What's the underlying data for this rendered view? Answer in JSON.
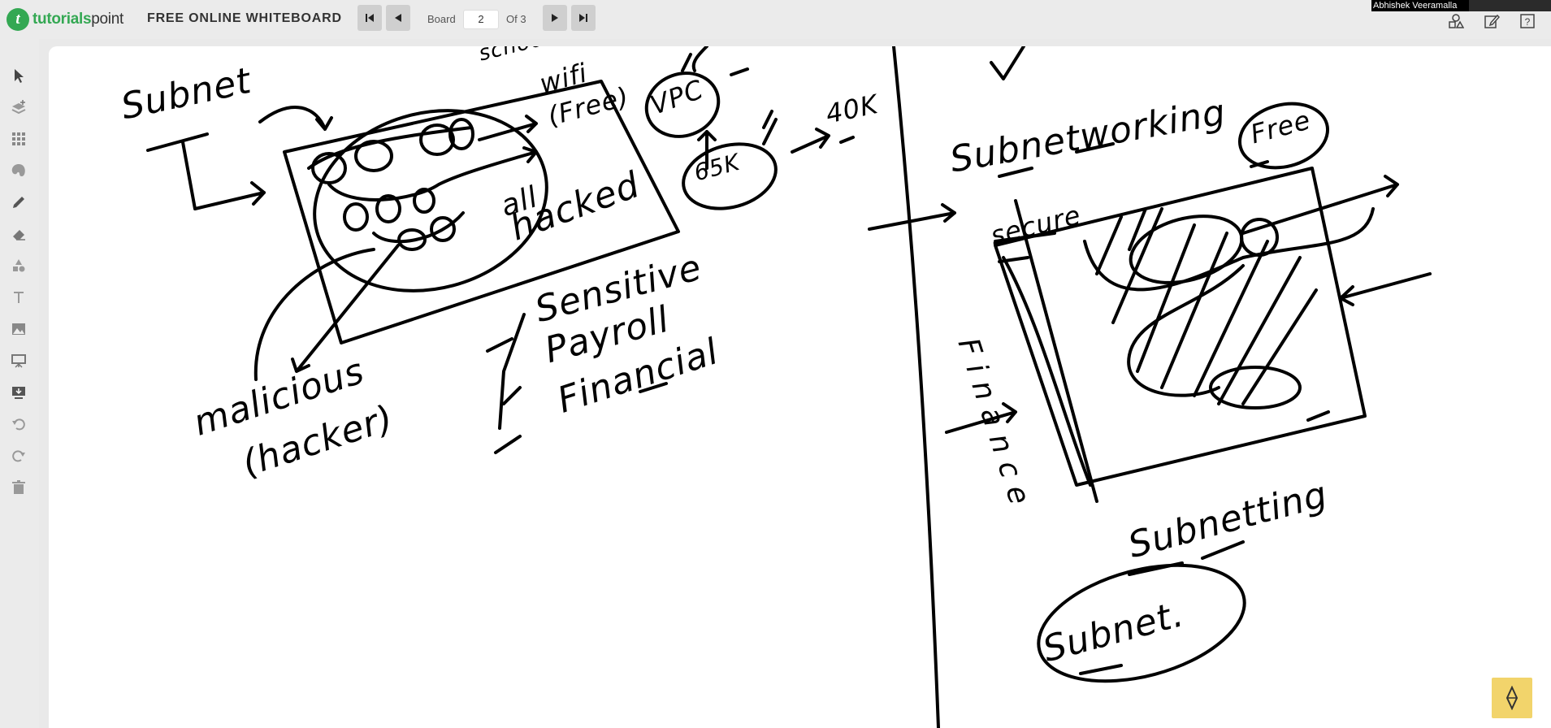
{
  "header": {
    "logo_prefix": "t",
    "logo_brand": "tutorials",
    "logo_suffix": "point",
    "title": "FREE ONLINE WHITEBOARD",
    "board_label": "Board",
    "board_value": "2",
    "board_of": "Of 3",
    "user_name": "Abhishek Veeramalla"
  },
  "nav_icons": [
    "first-page-icon",
    "prev-page-icon",
    "next-page-icon",
    "last-page-icon"
  ],
  "header_icons": [
    "shapes-icon",
    "edit-icon",
    "help-icon"
  ],
  "sidebar_tools": [
    "pointer-icon",
    "layers-add-icon",
    "grid-icon",
    "palette-icon",
    "pencil-icon",
    "eraser-icon",
    "shapes-icon",
    "text-icon",
    "image-icon",
    "presentation-icon",
    "download-icon",
    "undo-icon",
    "redo-icon",
    "trash-icon"
  ],
  "canvas": {
    "handwriting": {
      "subnet_left": "Subnet",
      "school": "school",
      "wifi": "wifi",
      "free": "(Free)",
      "vpc": "VPC",
      "count_65k": "65K",
      "count_40k": "40K",
      "all": "all",
      "hacked": "hacked",
      "sensitive": "Sensitive",
      "payroll": "Payroll",
      "financial": "Financial",
      "malicious": "malicious",
      "hacker": "(hacker)",
      "subnetworking": "Subnetworking",
      "free_right": "Free",
      "secure": "secure",
      "finance": "Finance",
      "subnetting": "Subnetting",
      "subnet_bottom": "Subnet."
    }
  },
  "colors": {
    "brand_green": "#34a853",
    "corner_button": "#f2d46b",
    "toolbar_bg": "#ebebeb",
    "nav_button": "#cfcfcf"
  }
}
